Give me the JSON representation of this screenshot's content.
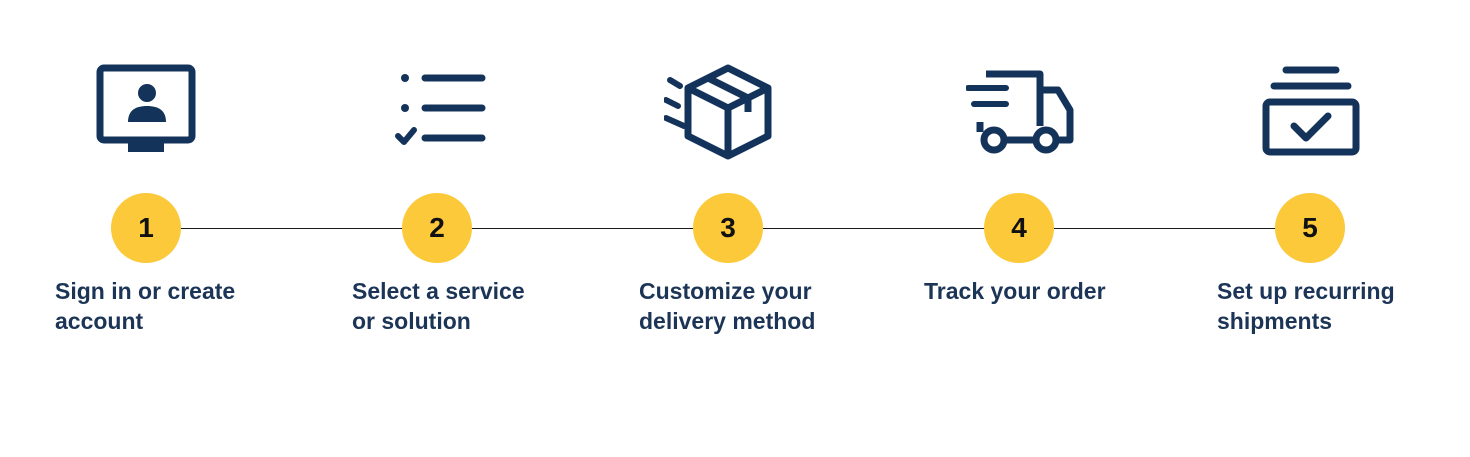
{
  "colors": {
    "navy": "#1c3557",
    "icon_navy": "#14335a",
    "badge_yellow": "#fcc93a",
    "connector": "#1a1a1a",
    "background": "#ffffff"
  },
  "steps": [
    {
      "number": "1",
      "icon": "monitor-user-icon",
      "label_line1": "Sign in or create",
      "label_line2": "account"
    },
    {
      "number": "2",
      "icon": "checklist-icon",
      "label_line1": "Select a service",
      "label_line2": "or solution"
    },
    {
      "number": "3",
      "icon": "package-fast-icon",
      "label_line1": "Customize your",
      "label_line2": "delivery method"
    },
    {
      "number": "4",
      "icon": "delivery-truck-icon",
      "label_line1": "Track your order",
      "label_line2": ""
    },
    {
      "number": "5",
      "icon": "recurring-box-check-icon",
      "label_line1": "Set up recurring",
      "label_line2": "shipments"
    }
  ]
}
